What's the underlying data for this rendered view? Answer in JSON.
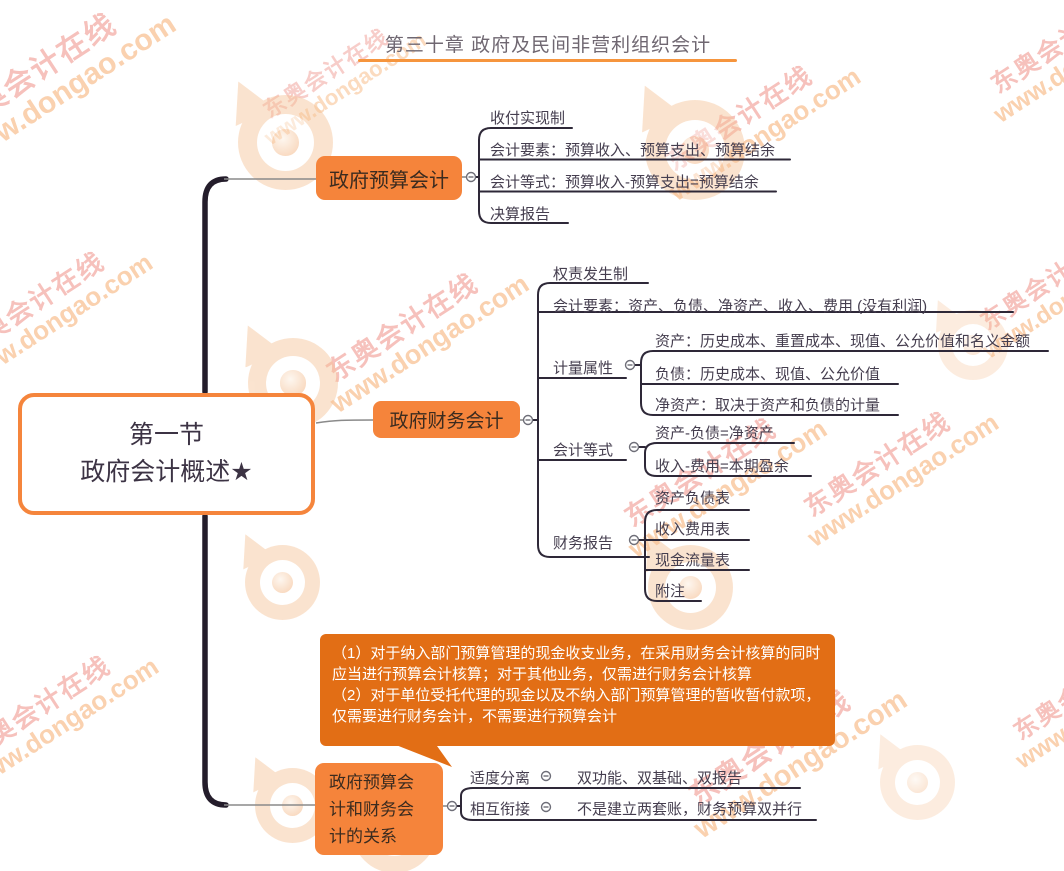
{
  "watermark": {
    "brand": "东奥会计在线",
    "url": "www.dongao.com"
  },
  "header": {
    "title": "第三十章 政府及民间非营利组织会计"
  },
  "root": {
    "line1": "第一节",
    "line2": "政府会计概述★"
  },
  "budget": {
    "label": "政府预算会计",
    "children": [
      "收付实现制",
      "会计要素：预算收入、预算支出、预算结余",
      "会计等式：预算收入-预算支出=预算结余",
      "决算报告"
    ]
  },
  "finance": {
    "label": "政府财务会计",
    "basis": "权责发生制",
    "elements": "会计要素：资产、负债、净资产、收入、费用 (没有利润)",
    "measurement": {
      "label": "计量属性",
      "children": [
        "资产：历史成本、重置成本、现值、公允价值和名义金额",
        "负债：历史成本、现值、公允价值",
        "净资产：取决于资产和负债的计量"
      ]
    },
    "equation": {
      "label": "会计等式",
      "children": [
        "资产-负债=净资产",
        "收入-费用=本期盈余"
      ]
    },
    "report": {
      "label": "财务报告",
      "children": [
        "资产负债表",
        "收入费用表",
        "现金流量表",
        "附注"
      ]
    }
  },
  "note": {
    "item1": "（1）对于纳入部门预算管理的现金收支业务，在采用财务会计核算的同时应当进行预算会计核算；对于其他业务，仅需进行财务会计核算",
    "item2": "（2）对于单位受托代理的现金以及不纳入部门预算管理的暂收暂付款项，仅需要进行财务会计，不需要进行预算会计"
  },
  "relation": {
    "label": "政府预算会计和财务会计的关系",
    "rows": [
      {
        "key": "适度分离",
        "value": "双功能、双基础、双报告"
      },
      {
        "key": "相互衔接",
        "value": "不是建立两套账，财务预算双并行"
      }
    ]
  },
  "colors": {
    "node_fill": "#F5843B",
    "callout_fill": "#E26E15",
    "line_dark": "#2E2838",
    "connector_gray": "#8A8A8A",
    "title_underline": "#F6953D",
    "node_text": "#3B2B1F",
    "label_text": "#453E4F"
  }
}
